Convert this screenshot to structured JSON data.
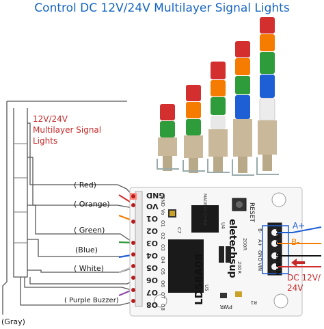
{
  "title": "Control DC 12V/24V Multilayer Signal Lights",
  "tower_label": [
    "12V/24V",
    "Multilayer Signal",
    "Lights"
  ],
  "wire_labels": [
    "( Red)",
    "( Orange)",
    "( Green)",
    "(Blue)",
    "( White)",
    "( Purple Buzzer)"
  ],
  "ground_label": "(Gray)",
  "board": {
    "model": "LD58A08",
    "brand": "eletechsup",
    "reset": "RESET",
    "made_in": "MADE IN CHINA",
    "u4": "U4",
    "u5": "U5",
    "r200_1": "200R",
    "r200_2": "200R",
    "pwr": "PWR",
    "r1": "R1",
    "c7": "C7",
    "pins_outer": [
      "GND",
      "VO",
      "O1",
      "O2",
      "O3",
      "O4",
      "O5",
      "O6",
      "O7",
      "O8"
    ],
    "pins_inner": [
      "GND",
      "Vo",
      "O1",
      "O2",
      "O3",
      "O4",
      "O5",
      "O6",
      "O7",
      "O8"
    ],
    "right_pins": [
      "A+",
      "B-",
      "GND",
      "VIN"
    ],
    "right_pins_inner": [
      "B-",
      "A+",
      "GND",
      "VIN"
    ]
  },
  "side_labels": {
    "a_plus": "A+",
    "b_minus": "B-",
    "power": [
      "DC 12V/",
      "24V"
    ]
  },
  "colors": {
    "title": "#1565c0",
    "label_red": "#c62828",
    "red": "#d32f2f",
    "orange": "#f57c00",
    "green": "#2e9c3a",
    "blue": "#1e5fd6",
    "white": "#f2f2f2",
    "purple": "#8e4aa8",
    "board": "#f7f7f7",
    "chip": "#1a1a1a"
  },
  "icons": [
    "signal-tower-2-layer",
    "signal-tower-3-layer",
    "signal-tower-4-layer",
    "signal-tower-5-layer",
    "signal-tower-5-layer-white",
    "power-arrow-icon"
  ]
}
